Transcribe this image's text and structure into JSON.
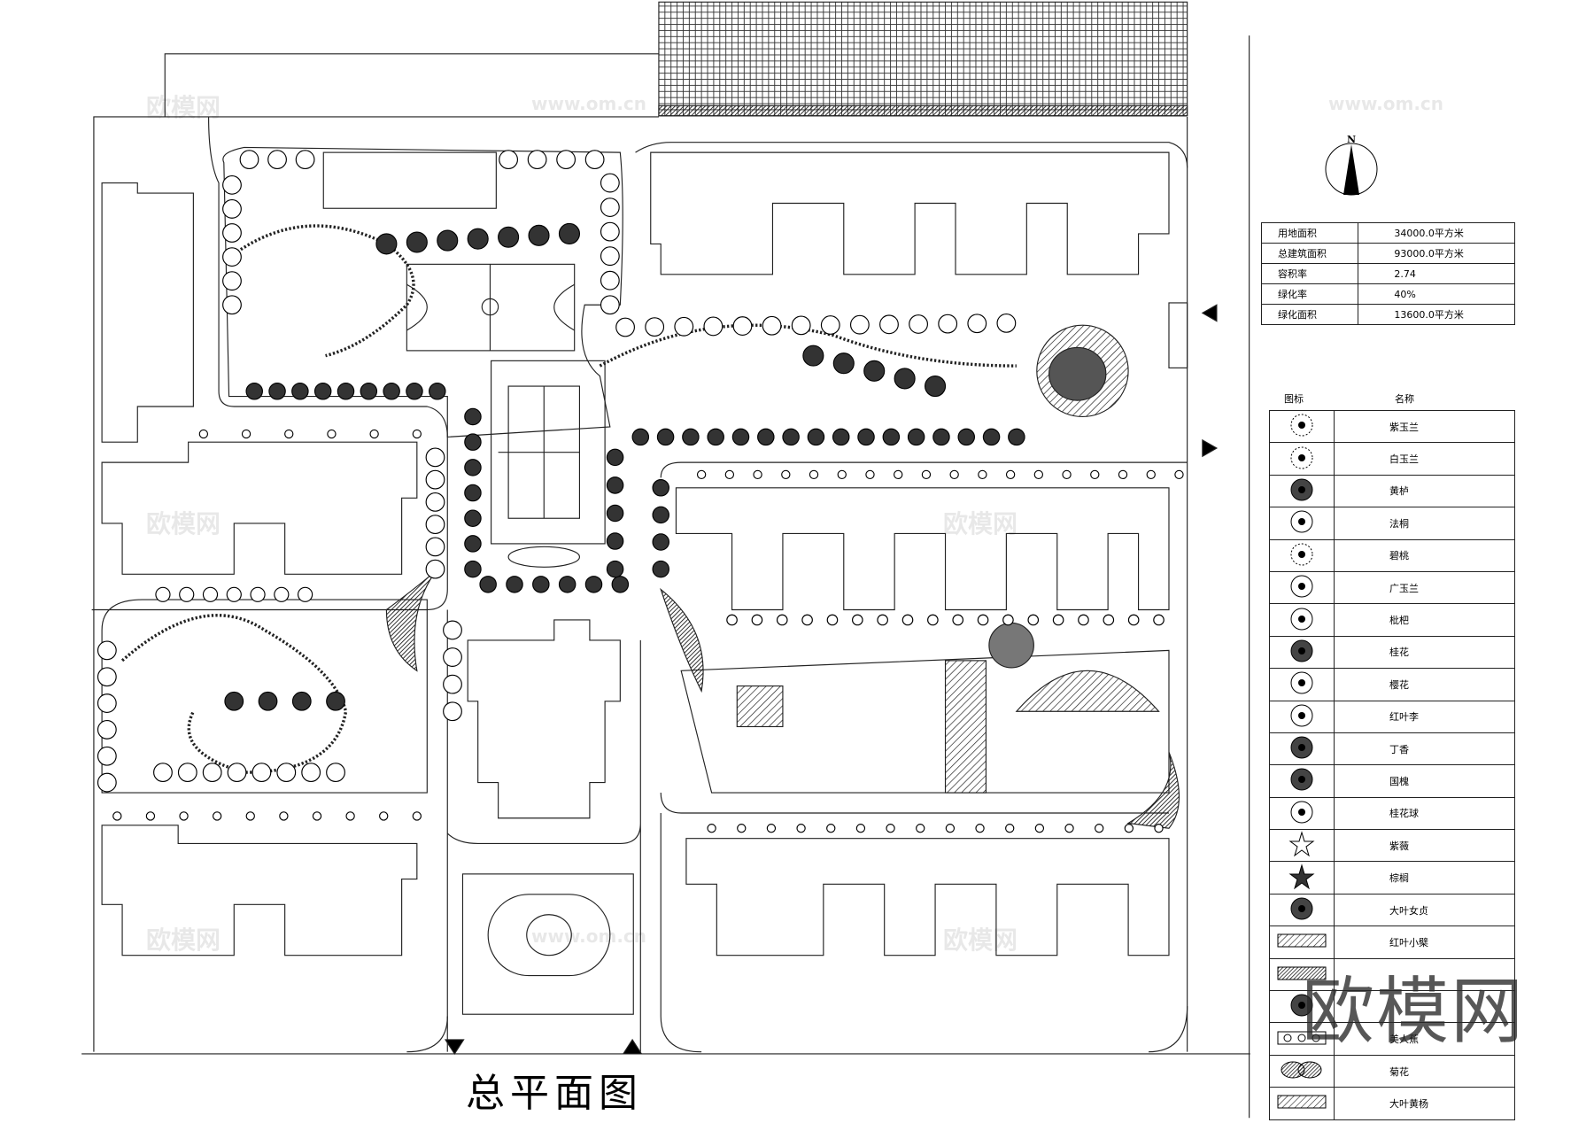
{
  "drawing": {
    "title": "总平面图",
    "north_label": "N",
    "watermark_logo": "欧模网",
    "watermark_url": "www.om.cn"
  },
  "stats_table": [
    {
      "label": "用地面积",
      "value": "34000.0平方米"
    },
    {
      "label": "总建筑面积",
      "value": "93000.0平方米"
    },
    {
      "label": "容积率",
      "value": "2.74"
    },
    {
      "label": "绿化率",
      "value": "40%"
    },
    {
      "label": "绿化面积",
      "value": "13600.0平方米"
    }
  ],
  "legend": {
    "icon_header": "图标",
    "name_header": "名称",
    "items": [
      {
        "icon": "dotted-circle-tree-icon",
        "name": "紫玉兰"
      },
      {
        "icon": "dotted-circle-tree-icon",
        "name": "白玉兰"
      },
      {
        "icon": "radial-filled-tree-icon",
        "name": "黄栌"
      },
      {
        "icon": "branching-tree-icon",
        "name": "法桐"
      },
      {
        "icon": "speckled-circle-tree-icon",
        "name": "碧桃"
      },
      {
        "icon": "spoked-circle-tree-icon",
        "name": "广玉兰"
      },
      {
        "icon": "petal-flower-tree-icon",
        "name": "枇杷"
      },
      {
        "icon": "leafy-cluster-tree-icon",
        "name": "桂花"
      },
      {
        "icon": "five-petal-tree-icon",
        "name": "樱花"
      },
      {
        "icon": "small-leaf-tree-icon",
        "name": "红叶李"
      },
      {
        "icon": "dense-dark-tree-icon",
        "name": "丁香"
      },
      {
        "icon": "dark-cluster-tree-icon",
        "name": "国槐"
      },
      {
        "icon": "plain-circle-shrub-icon",
        "name": "桂花球"
      },
      {
        "icon": "starburst-plant-icon",
        "name": "紫薇"
      },
      {
        "icon": "star-palm-icon",
        "name": "棕榈"
      },
      {
        "icon": "clustered-tree-icon",
        "name": "大叶女贞"
      },
      {
        "icon": "light-hatch-rect-icon",
        "name": "红叶小檗"
      },
      {
        "icon": "dark-hatch-rect-icon",
        "name": ""
      },
      {
        "icon": "shrub-cluster-icon",
        "name": ""
      },
      {
        "icon": "hexagon-pattern-rect-icon",
        "name": "美人蕉"
      },
      {
        "icon": "hatched-blob-icon",
        "name": "菊花"
      },
      {
        "icon": "light-hatch-rect-icon",
        "name": "大叶黄杨"
      }
    ]
  }
}
